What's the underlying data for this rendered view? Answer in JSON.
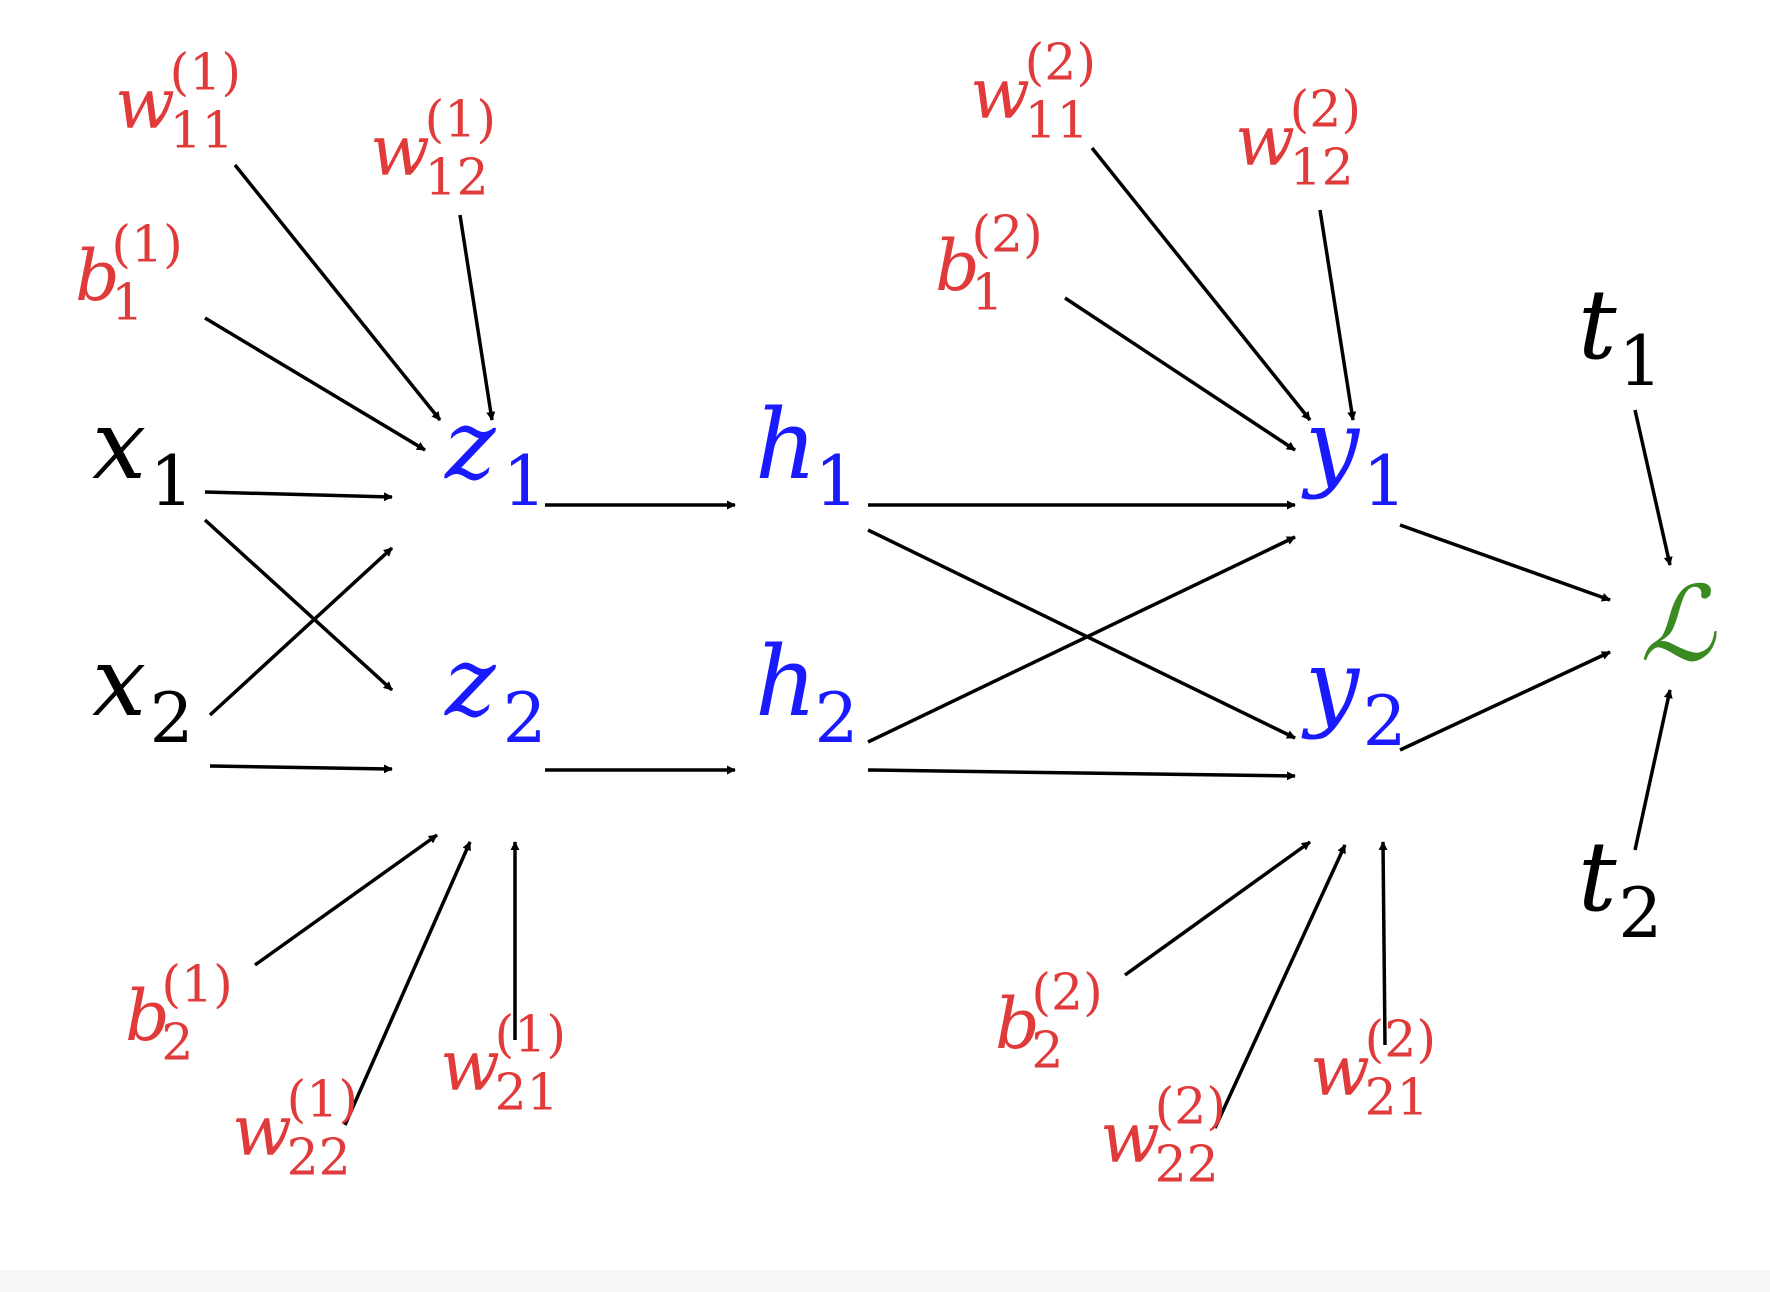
{
  "colors": {
    "input": "#000000",
    "target": "#000000",
    "hidden": "#1a1aff",
    "param": "#e03a3a",
    "loss": "#3a8a22",
    "arrow": "#000000"
  },
  "nodes": {
    "x1": {
      "base": "x",
      "sub": "1",
      "sup": ""
    },
    "x2": {
      "base": "x",
      "sub": "2",
      "sup": ""
    },
    "z1": {
      "base": "z",
      "sub": "1",
      "sup": ""
    },
    "z2": {
      "base": "z",
      "sub": "2",
      "sup": ""
    },
    "h1": {
      "base": "h",
      "sub": "1",
      "sup": ""
    },
    "h2": {
      "base": "h",
      "sub": "2",
      "sup": ""
    },
    "y1": {
      "base": "y",
      "sub": "1",
      "sup": ""
    },
    "y2": {
      "base": "y",
      "sub": "2",
      "sup": ""
    },
    "t1": {
      "base": "t",
      "sub": "1",
      "sup": ""
    },
    "t2": {
      "base": "t",
      "sub": "2",
      "sup": ""
    },
    "L": {
      "base": "ℒ",
      "sub": "",
      "sup": ""
    }
  },
  "params": {
    "w11_1": {
      "base": "w",
      "sub": "11",
      "sup": "(1)"
    },
    "w12_1": {
      "base": "w",
      "sub": "12",
      "sup": "(1)"
    },
    "b1_1": {
      "base": "b",
      "sub": "1",
      "sup": "(1)"
    },
    "b2_1": {
      "base": "b",
      "sub": "2",
      "sup": "(1)"
    },
    "w22_1": {
      "base": "w",
      "sub": "22",
      "sup": "(1)"
    },
    "w21_1": {
      "base": "w",
      "sub": "21",
      "sup": "(1)"
    },
    "w11_2": {
      "base": "w",
      "sub": "11",
      "sup": "(2)"
    },
    "w12_2": {
      "base": "w",
      "sub": "12",
      "sup": "(2)"
    },
    "b1_2": {
      "base": "b",
      "sub": "1",
      "sup": "(2)"
    },
    "b2_2": {
      "base": "b",
      "sub": "2",
      "sup": "(2)"
    },
    "w22_2": {
      "base": "w",
      "sub": "22",
      "sup": "(2)"
    },
    "w21_2": {
      "base": "w",
      "sub": "21",
      "sup": "(2)"
    }
  },
  "edges": [
    [
      "x1",
      "z1"
    ],
    [
      "x1",
      "z2"
    ],
    [
      "x2",
      "z1"
    ],
    [
      "x2",
      "z2"
    ],
    [
      "z1",
      "h1"
    ],
    [
      "z2",
      "h2"
    ],
    [
      "h1",
      "y1"
    ],
    [
      "h1",
      "y2"
    ],
    [
      "h2",
      "y1"
    ],
    [
      "h2",
      "y2"
    ],
    [
      "y1",
      "L"
    ],
    [
      "y2",
      "L"
    ],
    [
      "t1",
      "L"
    ],
    [
      "t2",
      "L"
    ],
    [
      "w11_1",
      "z1"
    ],
    [
      "w12_1",
      "z1"
    ],
    [
      "b1_1",
      "z1"
    ],
    [
      "b2_1",
      "z2"
    ],
    [
      "w22_1",
      "z2"
    ],
    [
      "w21_1",
      "z2"
    ],
    [
      "w11_2",
      "y1"
    ],
    [
      "w12_2",
      "y1"
    ],
    [
      "b1_2",
      "y1"
    ],
    [
      "b2_2",
      "y2"
    ],
    [
      "w22_2",
      "y2"
    ],
    [
      "w21_2",
      "y2"
    ]
  ]
}
